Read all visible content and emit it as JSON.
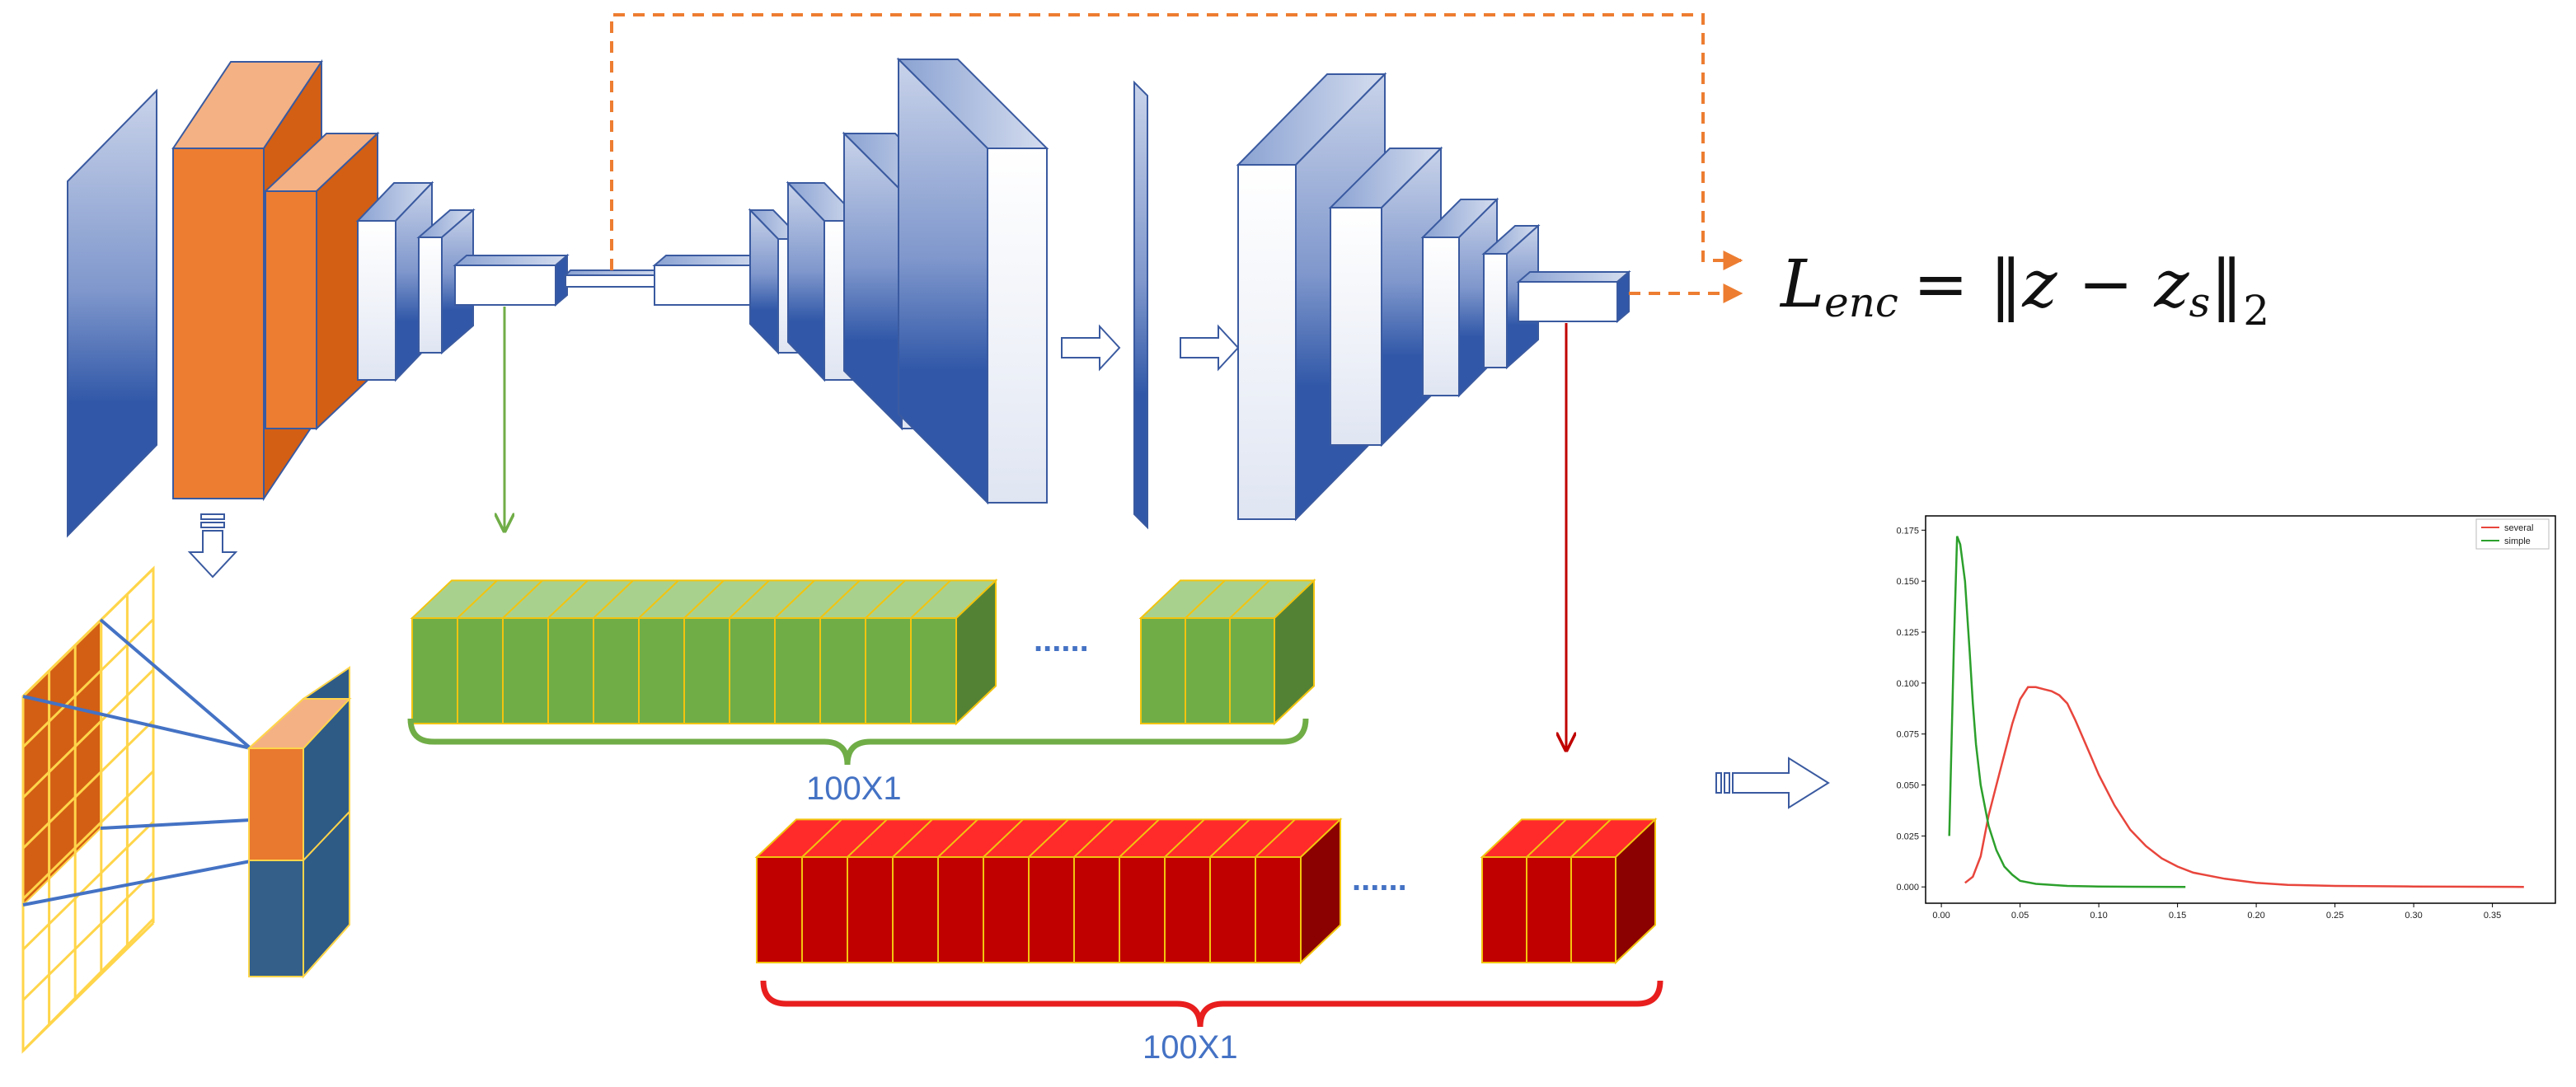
{
  "labels": {
    "green_bracket": "100X1",
    "red_bracket": "100X1",
    "dots_green": "......",
    "dots_red": "......"
  },
  "formula": {
    "lhs_main": "L",
    "lhs_sub": "enc",
    "rhs": "= ‖z − z",
    "rhs_sub": "s",
    "close": "‖",
    "norm": "2"
  },
  "colors": {
    "blue_dark": "#3158a8",
    "blue_light": "#c9d3ea",
    "orange": "#ed7d31",
    "orange_dark": "#d35f14",
    "green": "#70ad47",
    "green_dark": "#548235",
    "red": "#c00000",
    "red_bright": "#ff2020",
    "yellow_grid": "#ffd54a",
    "arrow_orange": "#ed7d31",
    "arrow_green": "#70ad47",
    "arrow_red": "#c00000"
  },
  "chart_data": {
    "type": "line",
    "x_ticks": [
      "0.00",
      "0.05",
      "0.10",
      "0.15",
      "0.20",
      "0.25",
      "0.30",
      "0.35"
    ],
    "y_ticks": [
      "0.000",
      "0.025",
      "0.050",
      "0.075",
      "0.100",
      "0.125",
      "0.150",
      "0.175"
    ],
    "xlim": [
      -0.01,
      0.39
    ],
    "ylim": [
      -0.008,
      0.182
    ],
    "legend_position": "top-right",
    "series": [
      {
        "name": "several",
        "color": "#e8453c",
        "x": [
          0.015,
          0.02,
          0.025,
          0.03,
          0.035,
          0.04,
          0.045,
          0.05,
          0.055,
          0.06,
          0.065,
          0.07,
          0.075,
          0.08,
          0.085,
          0.09,
          0.095,
          0.1,
          0.11,
          0.12,
          0.13,
          0.14,
          0.15,
          0.16,
          0.18,
          0.2,
          0.22,
          0.25,
          0.3,
          0.37
        ],
        "y": [
          0.002,
          0.005,
          0.015,
          0.035,
          0.05,
          0.065,
          0.08,
          0.092,
          0.098,
          0.098,
          0.097,
          0.096,
          0.094,
          0.09,
          0.082,
          0.073,
          0.064,
          0.055,
          0.04,
          0.028,
          0.02,
          0.014,
          0.01,
          0.007,
          0.004,
          0.002,
          0.001,
          0.0005,
          0.0002,
          0.0
        ]
      },
      {
        "name": "simple",
        "color": "#2ca02c",
        "x": [
          0.005,
          0.008,
          0.01,
          0.012,
          0.015,
          0.018,
          0.02,
          0.022,
          0.025,
          0.03,
          0.035,
          0.04,
          0.045,
          0.05,
          0.06,
          0.07,
          0.08,
          0.1,
          0.12,
          0.155
        ],
        "y": [
          0.025,
          0.12,
          0.172,
          0.168,
          0.15,
          0.115,
          0.09,
          0.07,
          0.05,
          0.03,
          0.018,
          0.01,
          0.006,
          0.003,
          0.0015,
          0.001,
          0.0005,
          0.0002,
          0.0001,
          0.0
        ]
      }
    ]
  }
}
